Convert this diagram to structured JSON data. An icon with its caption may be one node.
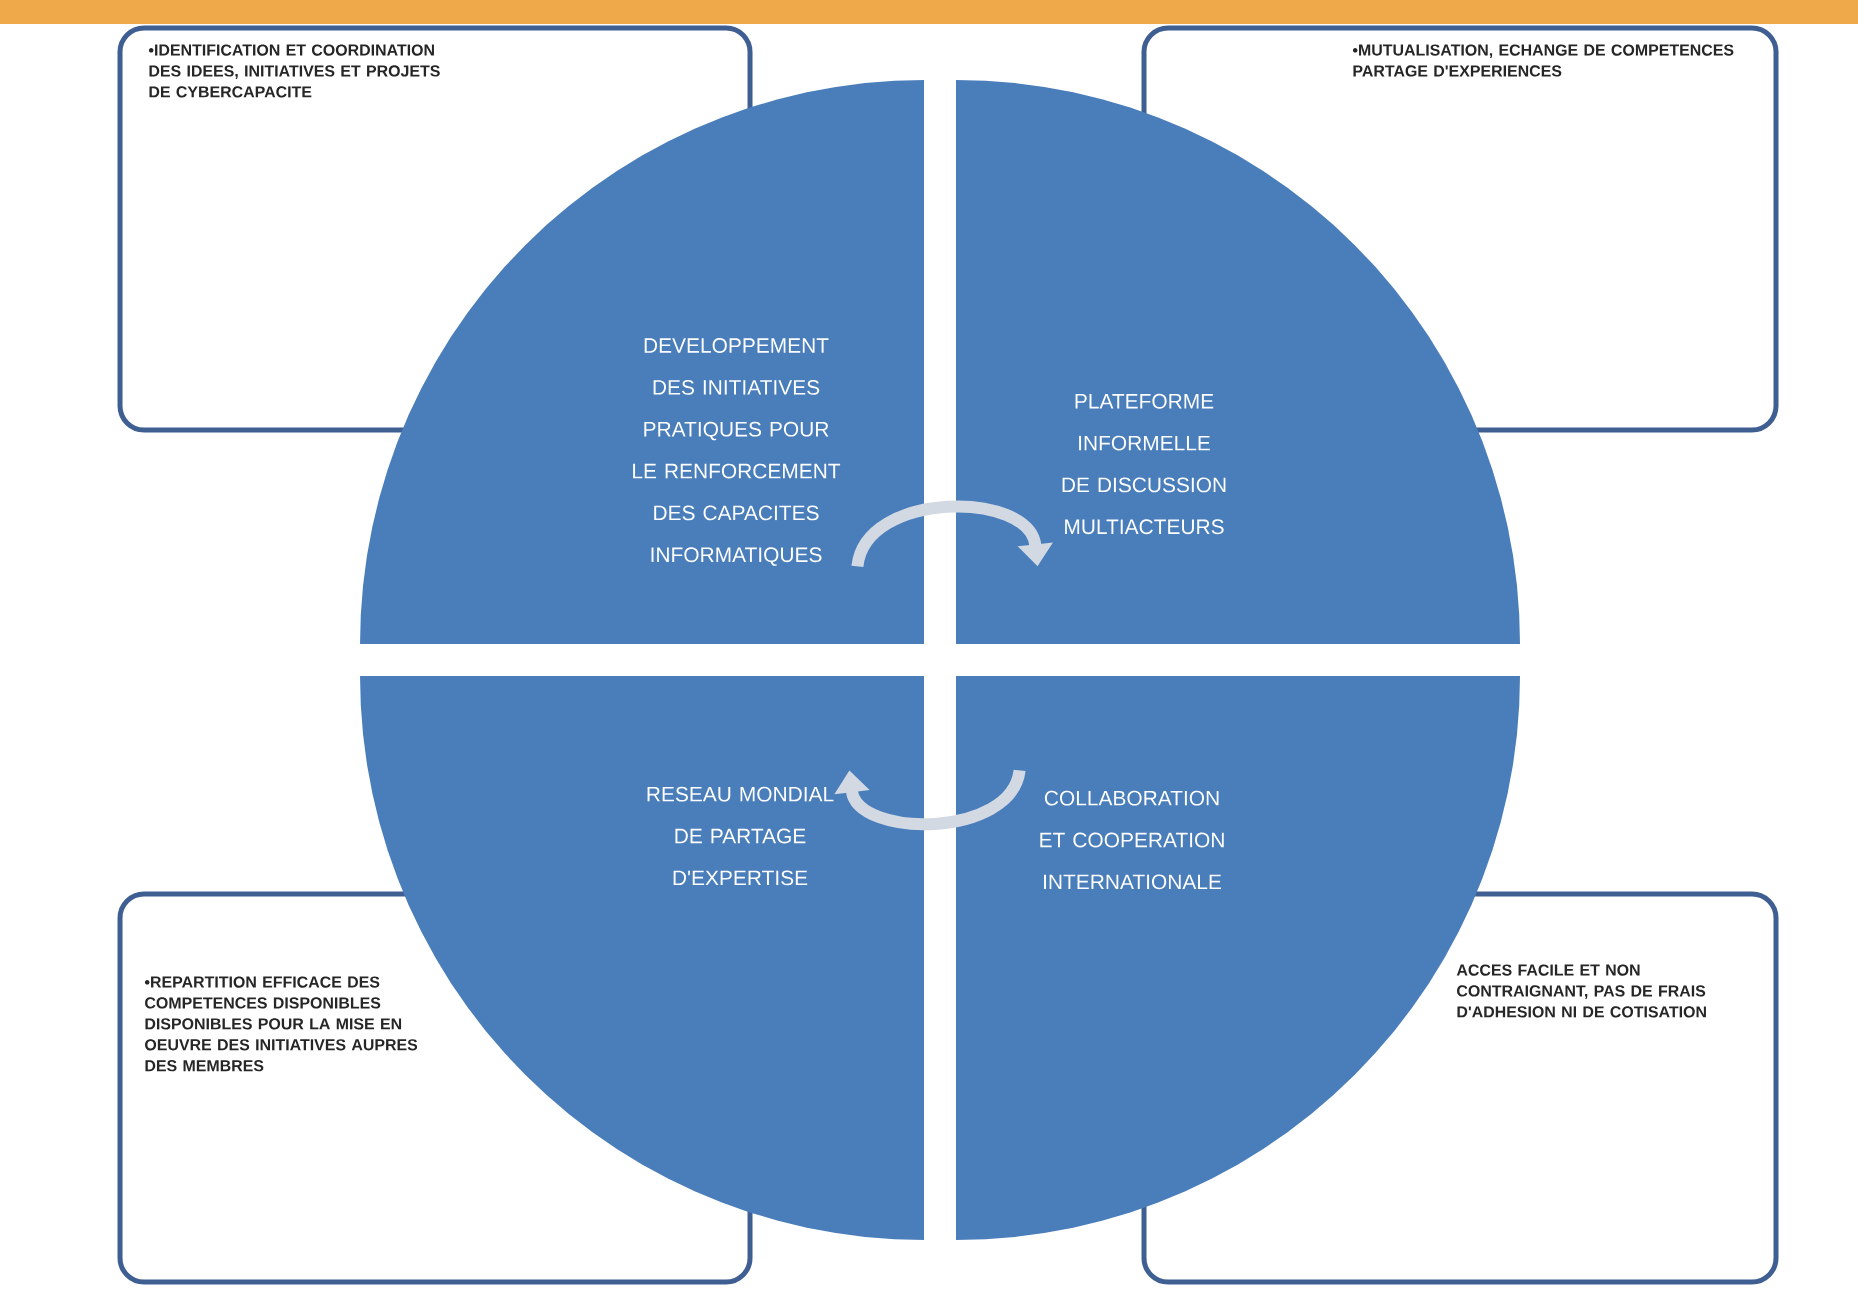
{
  "diagram": {
    "nodes": [
      {
        "text": [
          "•IDENTIFICATION ET COORDINATION DES IDEES, INITIATIVES ET PROJETS DE CYBERCAPACITE"
        ]
      },
      {
        "text": [
          "•MUTUALISATION, ECHANGE DE COMPETENCES PARTAGE D'EXPERIENCES"
        ]
      },
      {
        "text": [
          "DEVELOPPEMENT DES INITIATIVES PRATIQUES POUR LE RENFORCEMENT DES CAPACITES INFORMATIQUES"
        ]
      },
      {
        "text": [
          "PLATEFORME INFORMELLE DE DISCUSSION MULTIACTEURS"
        ]
      },
      {
        "text": [
          "RESEAU MONDIAL DE PARTAGE D'EXPERTISE"
        ]
      },
      {
        "text": [
          "COLLABORATION ET COOPERATION INTERNATIONALE"
        ]
      },
      {
        "text": [
          "•REPARTITION EFFICACE DES COMPETENCES DISPONIBLES DISPONIBLES POUR LA MISE EN OEUVRE DES INITIATIVES AUPRES DES MEMBRES"
        ]
      },
      {
        "text": [
          "ACCES FACILE ET NON CONTRAIGNANT, PAS DE FRAIS D'ADHESION NI DE COTISATION"
        ]
      }
    ],
    "edges": [
      {
        "from": 2,
        "to": 3,
        "arrow": "to"
      },
      {
        "from": 5,
        "to": 4,
        "arrow": "to"
      }
    ]
  }
}
